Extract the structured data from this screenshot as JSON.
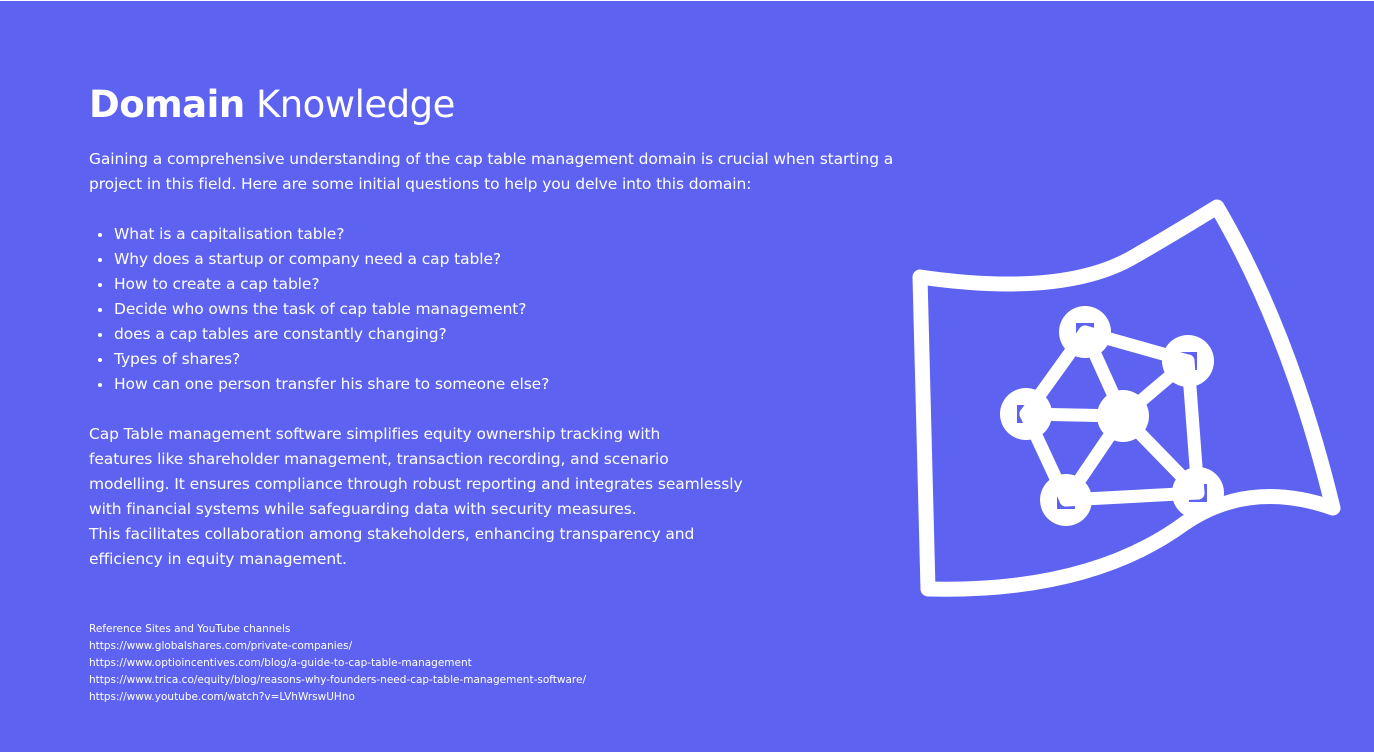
{
  "slide": {
    "title_bold": "Domain",
    "title_regular": "Knowledge",
    "intro": "Gaining a comprehensive understanding of the cap table management domain is crucial when starting a project in this field. Here are some initial questions to help you delve into this domain:",
    "questions": [
      "What is a capitalisation table?",
      "Why does a startup or company need a cap table?",
      "How to create a cap table?",
      "Decide who owns the task of cap table management?",
      "does a cap tables are constantly changing?",
      "Types of shares?",
      "How can one person transfer his share to someone else?"
    ],
    "summary_lines": [
      "Cap Table management software simplifies equity ownership tracking with",
      "features like shareholder management, transaction recording, and scenario",
      "modelling. It ensures compliance through robust reporting and integrates seamlessly",
      "with financial systems while safeguarding data with security measures.",
      "This facilitates collaboration among stakeholders, enhancing transparency and",
      "efficiency in equity management."
    ],
    "references": {
      "heading": "Reference Sites and YouTube channels",
      "links": [
        "https://www.globalshares.com/private-companies/",
        "https://www.optioincentives.com/blog/a-guide-to-cap-table-management",
        "https://www.trica.co/equity/blog/reasons-why-founders-need-cap-table-management-software/",
        "https://www.youtube.com/watch?v=LVhWrswUHno"
      ]
    },
    "illustration_icon": "network-map-icon",
    "colors": {
      "background": "#5e62f0",
      "text": "#ffffff"
    }
  }
}
